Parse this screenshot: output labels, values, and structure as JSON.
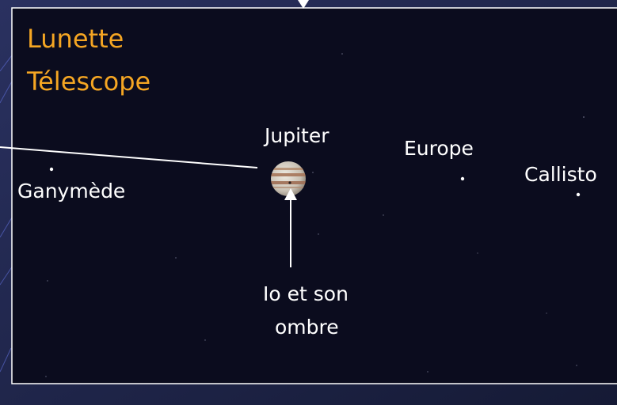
{
  "title": {
    "line1": "Lunette",
    "line2": "Télescope"
  },
  "labels": {
    "jupiter": "Jupiter",
    "europe": "Europe",
    "callisto": "Callisto",
    "ganymede": "Ganymède",
    "io_line1": "Io et son",
    "io_line2": "ombre"
  },
  "colors": {
    "title": "#f5a623",
    "sky": "#0b0c1e",
    "frame": "#ffffff",
    "text": "#ffffff"
  }
}
